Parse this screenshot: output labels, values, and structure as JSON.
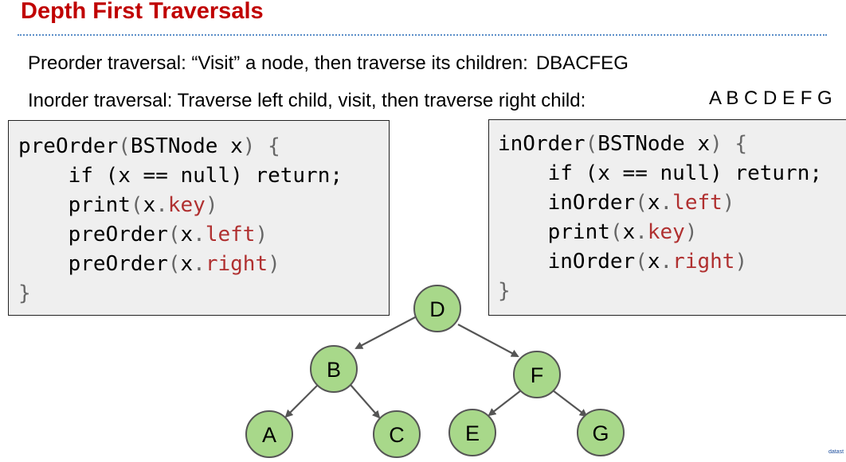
{
  "slide": {
    "title": "Depth First Traversals",
    "preorder_text": "Preorder traversal: “Visit” a node, then traverse its children:",
    "preorder_answer": "DBACFEG",
    "inorder_text": "Inorder traversal: Traverse left child, visit, then traverse right child:",
    "inorder_answer": "A B C D E F G"
  },
  "code_pre": {
    "fn_name": "preOrder",
    "param": "BSTNode x",
    "guard": "if (x == null) return;",
    "print_call": "print",
    "key": "key",
    "left": "left",
    "right": "right"
  },
  "code_in": {
    "fn_name": "inOrder",
    "param": "BSTNode x",
    "guard": "if (x == null) return;",
    "print_call": "print",
    "key": "key",
    "left": "left",
    "right": "right"
  },
  "tree": {
    "nodes": {
      "d": "D",
      "b": "B",
      "f": "F",
      "a": "A",
      "c": "C",
      "e": "E",
      "g": "G"
    }
  },
  "colors": {
    "title": "#c00000",
    "node_fill": "#a8d88a",
    "code_bg": "#efefef",
    "field_color": "#b03030"
  },
  "corner_logo_text": "datast"
}
